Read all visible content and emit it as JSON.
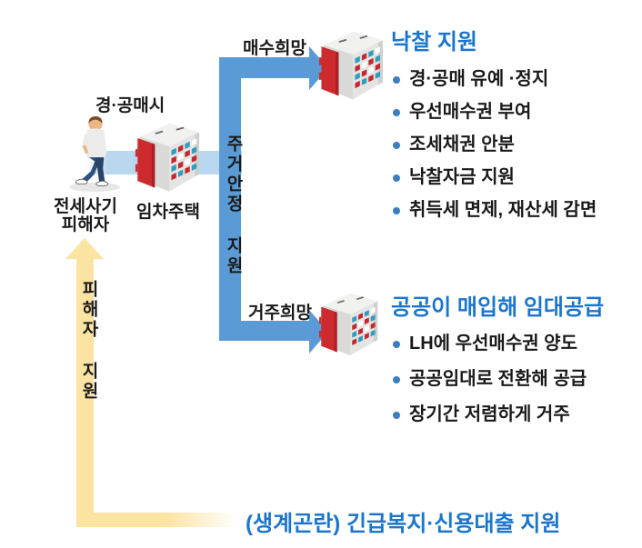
{
  "labels": {
    "auction_event": "경·공매시",
    "victim_line1": "전세사기",
    "victim_line2": "피해자",
    "rental_house": "임차주택",
    "buy_hope": "매수희망",
    "live_hope": "거주희망",
    "housing_support": "주거안정 지원",
    "victim_support": "피해자 지원"
  },
  "panels": {
    "auction": {
      "title": "낙찰 지원",
      "items": [
        "경·공매 유예 ·정지",
        "우선매수권 부여",
        "조세채권 안분",
        "낙찰자금 지원",
        "취득세 면제, 재산세 감면"
      ]
    },
    "public_rental": {
      "title": "공공이 매입해 임대공급",
      "items": [
        "LH에 우선매수권 양도",
        "공공임대로 전환해 공급",
        "장기간 저렴하게 거주"
      ]
    }
  },
  "footer": {
    "livelihood_support": "(생계곤란) 긴급복지·신용대출 지원"
  },
  "icons": {
    "person": "walking-person-icon",
    "building": "apartment-building-icon"
  },
  "colors": {
    "flow_blue": "#5b9bd5",
    "flow_light_blue": "#b9d7ee",
    "flow_yellow": "#fbe3a1",
    "title_blue": "#1b76cb",
    "bullet_blue": "#3d7ec0",
    "building_red": "#cd2a2e",
    "window_teal": "#2f9dbf",
    "text_black": "#1a1a1a"
  }
}
